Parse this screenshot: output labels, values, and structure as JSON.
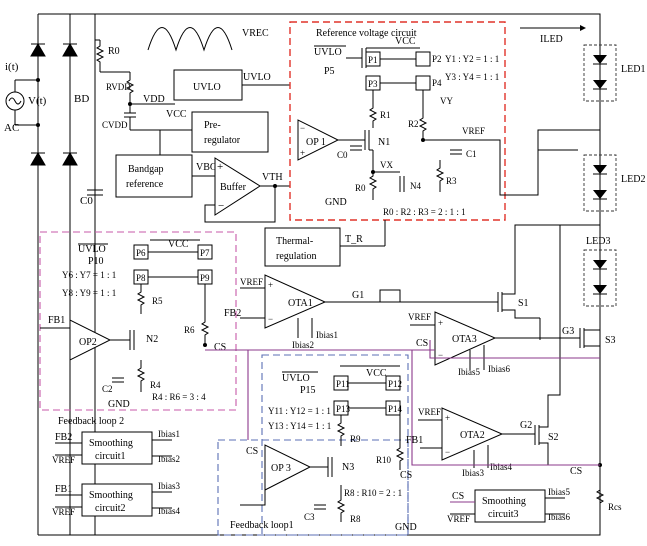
{
  "source": {
    "current": "i(t)",
    "voltage": "V(t)",
    "ac": "AC",
    "bridge": "BD",
    "cap": "C0"
  },
  "top": {
    "r0": "R0",
    "rvdd": "RVDD",
    "cvdd": "CVDD",
    "vdd": "VDD",
    "vrec": "VREC",
    "iled": "ILED",
    "vcc": "VCC",
    "vbg": "VBG",
    "vth": "VTH"
  },
  "blocks": {
    "uvlo": "UVLO",
    "uvlo_out": "UVLO",
    "prereg1": "Pre-",
    "prereg2": "regulator",
    "bandgap1": "Bandgap",
    "bandgap2": "reference",
    "buffer": "Buffer",
    "thermal1": "Thermal-",
    "thermal2": "regulation",
    "tr": "T_R",
    "smooth1a": "Smoothing",
    "smooth1b": "circuit1",
    "smooth2a": "Smoothing",
    "smooth2b": "circuit2",
    "smooth3a": "Smoothing",
    "smooth3b": "circuit3"
  },
  "ref_circuit": {
    "title": "Reference voltage circuit",
    "uvlo": "UVLO",
    "p5": "P5",
    "p1": "P1",
    "p2": "P2",
    "p3": "P3",
    "p4": "P4",
    "vcc": "VCC",
    "ratio1": "Y1 : Y2 = 1 : 1",
    "ratio2": "Y3 : Y4 = 1 : 1",
    "op1": "OP 1",
    "c0": "C0",
    "n1": "N1",
    "r1": "R1",
    "r2": "R2",
    "r0": "R0",
    "r3": "R3",
    "c1": "C1",
    "n4": "N4",
    "vy": "VY",
    "vx": "VX",
    "vref": "VREF",
    "gnd": "GND",
    "ratio3": "R0 : R2 : R3 = 2 : 1 : 1"
  },
  "loop2": {
    "uvlo": "UVLO",
    "p10": "P10",
    "p6": "P6",
    "p7": "P7",
    "p8": "P8",
    "p9": "P9",
    "vcc": "VCC",
    "ratio1": "Y6 : Y7 = 1 : 1",
    "ratio2": "Y8 : Y9 = 1 : 1",
    "r5": "R5",
    "r6": "R6",
    "r4": "R4",
    "c2": "C2",
    "fb1": "FB1",
    "op2": "OP2",
    "n2": "N2",
    "gnd": "GND",
    "ratio3": "R4 : R6 = 3 : 4",
    "label": "Feedback loop 2",
    "cs": "CS",
    "fb2": "FB2"
  },
  "loop1": {
    "uvlo": "UVLO",
    "p15": "P15",
    "p11": "P11",
    "p12": "P12",
    "p13": "P13",
    "p14": "P14",
    "vcc": "VCC",
    "ratio1": "Y11 : Y12 = 1 : 1",
    "ratio2": "Y13 : Y14 = 1 : 1",
    "r9": "R9",
    "r8": "R8",
    "r10": "R10",
    "c3": "C3",
    "cs": "CS",
    "op3": "OP 3",
    "n3": "N3",
    "ratio3": "R8 : R10 = 2 : 1",
    "gnd": "GND",
    "label": "Feedback loop1",
    "fb1": "FB1"
  },
  "ota": {
    "ota1": "OTA1",
    "ota2": "OTA2",
    "ota3": "OTA3",
    "vref": "VREF",
    "g1": "G1",
    "g2": "G2",
    "g3": "G3",
    "cs": "CS",
    "ibias1": "Ibias1",
    "ibias2": "Ibias2",
    "ibias3": "Ibias3",
    "ibias4": "Ibias4",
    "ibias5": "Ibias5",
    "ibias6": "Ibias6"
  },
  "switches": {
    "s1": "S1",
    "s2": "S2",
    "s3": "S3",
    "rcs": "Rcs",
    "cs": "CS"
  },
  "leds": {
    "led1": "LED1",
    "led2": "LED2",
    "led3": "LED3"
  },
  "smooth": {
    "fb2": "FB2",
    "vref": "VREF",
    "ib1": "Ibias1",
    "ib2": "Ibias2",
    "fb1": "FB1",
    "ib3": "Ibias3",
    "ib4": "Ibias4",
    "cs": "CS",
    "ib5": "Ibias5",
    "ib6": "Ibias6"
  },
  "signs": {
    "plus": "+",
    "minus": "−"
  }
}
